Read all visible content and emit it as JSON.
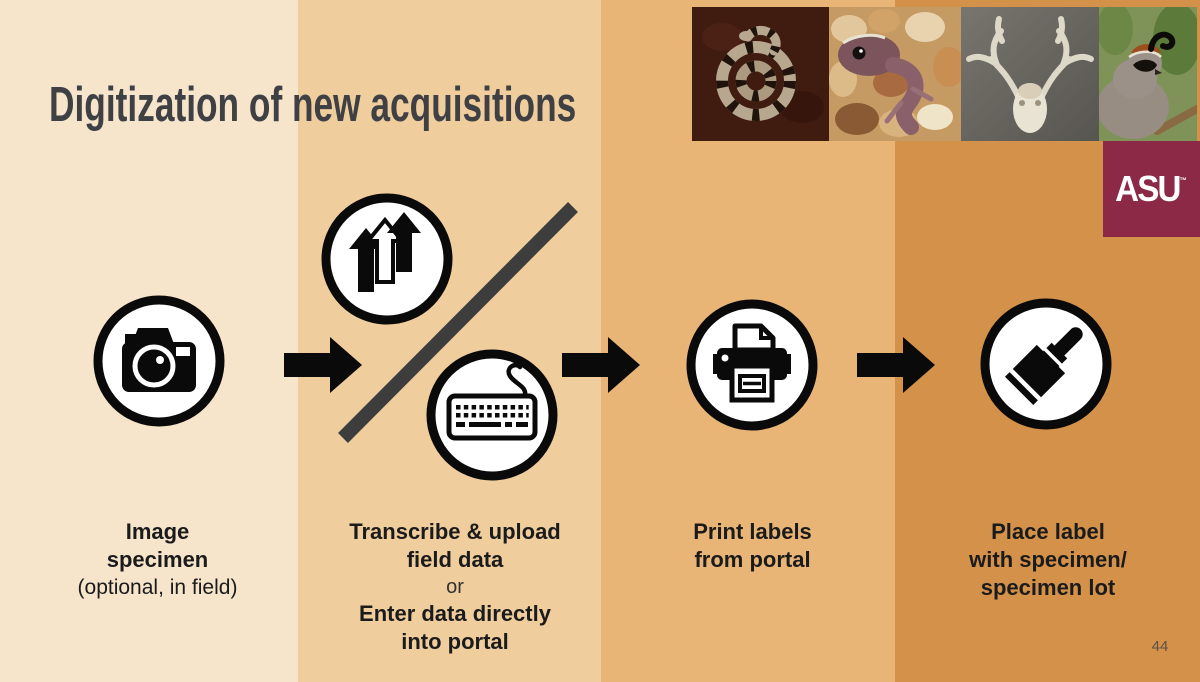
{
  "slide": {
    "title": "Digitization of new acquisitions",
    "page_number": "44"
  },
  "logo": {
    "text": "ASU",
    "tm": "™",
    "bg_color": "#8c2946"
  },
  "photos": [
    {
      "name": "coiled-snake-specimen"
    },
    {
      "name": "gecko-specimen"
    },
    {
      "name": "deer-skull-specimen"
    },
    {
      "name": "quail-specimen"
    }
  ],
  "steps": {
    "step1": {
      "icon": "camera",
      "line1": "Image",
      "line2": "specimen",
      "note": "(optional, in field)"
    },
    "step2": {
      "icon_top": "upload-arrows",
      "icon_bottom": "keyboard",
      "option1_line1": "Transcribe & upload",
      "option1_line2": "field data",
      "connector": "or",
      "option2_line1": "Enter data directly",
      "option2_line2": "into portal"
    },
    "step3": {
      "icon": "printer",
      "line1": "Print labels",
      "line2": "from portal"
    },
    "step4": {
      "icon": "paint-brush",
      "line1": "Place label",
      "line2": "with specimen/",
      "line3": "specimen lot"
    }
  },
  "colors": {
    "band1": "#f6e4cb",
    "band2": "#f0cd9d",
    "band3": "#e8b577",
    "band4": "#d4914a",
    "slash": "#3d3d3d",
    "icon_black": "#0a0a0a",
    "label_text": "#1b1b1b",
    "title_text": "#3e4044",
    "asu_maroon": "#8c2946"
  }
}
